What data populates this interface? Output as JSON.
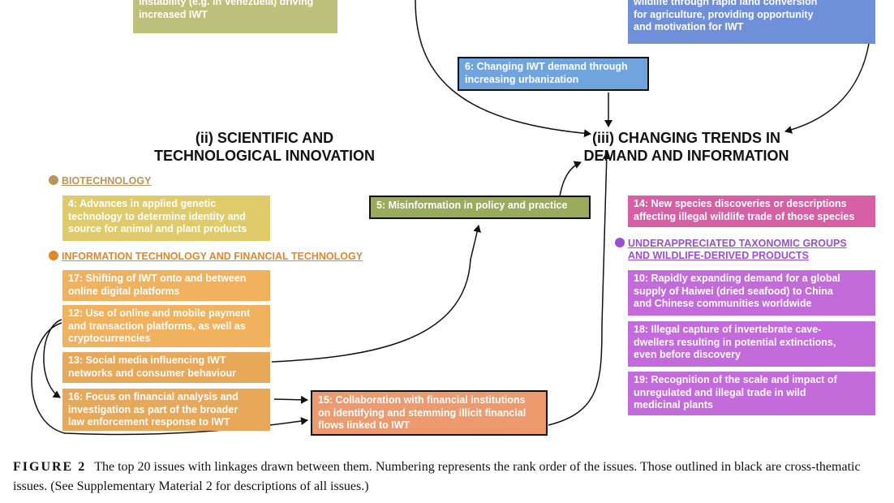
{
  "headings": {
    "scientific": [
      "(ii) SCIENTIFIC AND",
      "TECHNOLOGICAL INNOVATION"
    ],
    "demand": [
      "(iii) CHANGING TRENDS IN",
      "DEMAND AND INFORMATION"
    ]
  },
  "categories": {
    "biotechnology": {
      "label": "BIOTECHNOLOGY",
      "color": "#b8955a"
    },
    "info_tech": {
      "label": "INFORMATION TECHNOLOGY AND FINANCIAL TECHNOLOGY",
      "color": "#e0872c"
    },
    "underappreciated": {
      "label": [
        "UNDERAPPRECIATED TAXONOMIC GROUPS",
        "AND WILDLIFE-DERIVED PRODUCTS"
      ],
      "color": "#9b4fcf"
    }
  },
  "issues": {
    "top_left": {
      "text": [
        "instability (e.g. in Venezuela) driving",
        "increased IWT"
      ],
      "color": "#bcc07a"
    },
    "top_right": {
      "text": [
        "wildlife through rapid land conversion",
        "for agriculture, providing opportunity",
        "and motivation for IWT"
      ],
      "color": "#6f8fd8"
    },
    "i6": {
      "text": [
        "6: Changing IWT demand through",
        "increasing urbanization"
      ],
      "color": "#6fa4dc"
    },
    "i4": {
      "text": [
        "4: Advances in applied genetic",
        "technology to determine identity and",
        "source for animal and plant products"
      ],
      "color": "#e0cb6a"
    },
    "i5": {
      "text": [
        "5: Misinformation in policy and practice"
      ],
      "color": "#9aab5c"
    },
    "i14": {
      "text": [
        "14: New species discoveries or descriptions",
        "affecting illegal wildlife trade of those species"
      ],
      "color": "#d65fa6"
    },
    "i17": {
      "text": [
        "17: Shifting of IWT onto and between",
        "online digital platforms"
      ],
      "color": "#f0b25e"
    },
    "i12": {
      "text": [
        "12: Use of online and mobile payment",
        "and transaction platforms, as well as",
        "cryptocurrencies"
      ],
      "color": "#f0b25e"
    },
    "i13": {
      "text": [
        "13: Social media influencing IWT",
        "networks and consumer behaviour"
      ],
      "color": "#e8a85a"
    },
    "i16": {
      "text": [
        "16: Focus on financial analysis and",
        "investigation as part of the broader",
        "law enforcement response to IWT"
      ],
      "color": "#e8a85a"
    },
    "i15": {
      "text": [
        "15: Collaboration with financial institutions",
        "on identifying and stemming illicit financial",
        "flows linked to IWT"
      ],
      "color": "#ec9a6e"
    },
    "i10": {
      "text": [
        "10: Rapidly expanding demand for a global",
        "supply of Haiwei (dried seafood) to China",
        "and Chinese communities worldwide"
      ],
      "color": "#c46bdc"
    },
    "i18": {
      "text": [
        "18: Illegal capture of invertebrate cave-",
        "dwellers resulting in potential extinctions,",
        "even before discovery"
      ],
      "color": "#c46bdc"
    },
    "i19": {
      "text": [
        "19: Recognition of the scale and impact of",
        "unregulated and illegal trade in wild",
        "medicinal plants"
      ],
      "color": "#c46bdc"
    }
  },
  "caption": {
    "label": "FIGURE 2",
    "text": "The top 20 issues with linkages drawn between them. Numbering represents the rank order of the issues. Those outlined in black are cross-thematic issues. (See Supplementary Material 2 for descriptions of all issues.)"
  }
}
